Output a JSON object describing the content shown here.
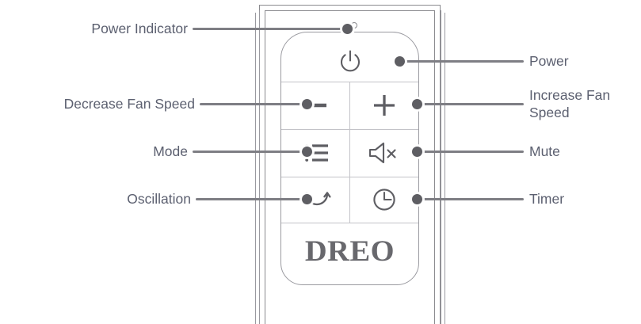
{
  "device": {
    "brand": "DREO",
    "type": "remote-control-diagram"
  },
  "indicator": {
    "name": "power-indicator-led"
  },
  "callouts": {
    "left": [
      {
        "id": "power-indicator",
        "label": "Power Indicator",
        "target": "led"
      },
      {
        "id": "decrease-fan-speed",
        "label": "Decrease Fan Speed",
        "target": "minus-button"
      },
      {
        "id": "mode",
        "label": "Mode",
        "target": "mode-button"
      },
      {
        "id": "oscillation",
        "label": "Oscillation",
        "target": "oscillation-button"
      }
    ],
    "right": [
      {
        "id": "power",
        "label": "Power",
        "target": "power-button"
      },
      {
        "id": "increase-fan-speed",
        "label": "Increase Fan\nSpeed",
        "target": "plus-button"
      },
      {
        "id": "mute",
        "label": "Mute",
        "target": "mute-button"
      },
      {
        "id": "timer",
        "label": "Timer",
        "target": "timer-button"
      }
    ]
  },
  "buttons": [
    {
      "id": "power-button",
      "icon": "power-icon"
    },
    {
      "id": "minus-button",
      "icon": "minus-icon"
    },
    {
      "id": "plus-button",
      "icon": "plus-icon"
    },
    {
      "id": "mode-button",
      "icon": "list-icon"
    },
    {
      "id": "mute-button",
      "icon": "speaker-mute-icon"
    },
    {
      "id": "oscillation-button",
      "icon": "oscillation-arc-icon"
    },
    {
      "id": "timer-button",
      "icon": "clock-icon"
    }
  ],
  "colors": {
    "outline": "#8a8a8e",
    "divider": "#c3c3c8",
    "icon": "#5e5e63",
    "label_text": "#5c6070",
    "leader_line": "#7e7e84",
    "brand_text": "#68686d",
    "background": "#ffffff"
  }
}
